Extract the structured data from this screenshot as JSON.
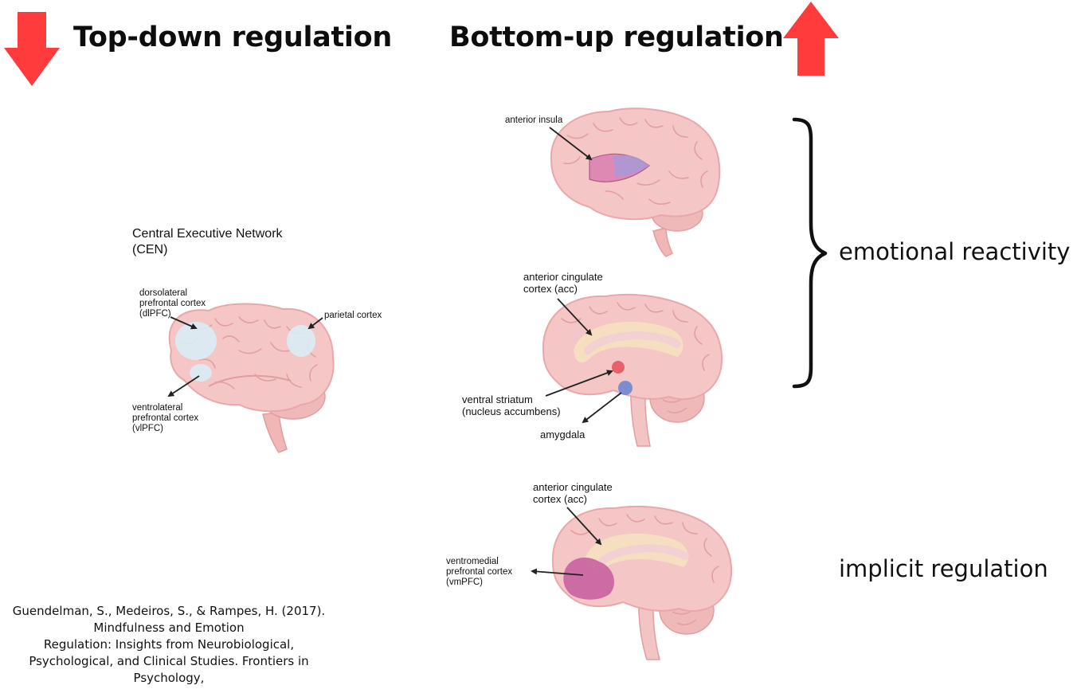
{
  "headings": {
    "top_down": "Top-down regulation",
    "bottom_up": "Bottom-up regulation"
  },
  "left_panel": {
    "network_title_line1": "Central Executive Network",
    "network_title_line2": "(CEN)",
    "dlpfc": [
      "dorsolateral",
      "prefrontal cortex",
      "(dlPFC)"
    ],
    "parietal": "parietal cortex",
    "vlpfc": [
      "ventrolateral",
      "prefrontal cortex",
      "(vlPFC)"
    ]
  },
  "right_panel": {
    "anterior_insula": "anterior insula",
    "acc_top": [
      "anterior cingulate",
      "cortex (acc)"
    ],
    "ventral_striatum": [
      "ventral striatum",
      "(nucleus accumbens)"
    ],
    "amygdala": "amygdala",
    "acc_bottom": [
      "anterior cingulate",
      "cortex (acc)"
    ],
    "vmpfc": [
      "ventromedial",
      "prefrontal cortex",
      "(vmPFC)"
    ]
  },
  "side_labels": {
    "emotional_reactivity": "emotional reactivity",
    "implicit_regulation": "implicit regulation"
  },
  "citation": [
    "Guendelman, S., Medeiros, S., & Rampes, H. (2017).",
    "Mindfulness and Emotion",
    "Regulation: Insights from Neurobiological,",
    "Psychological, and Clinical Studies. Frontiers in",
    "Psychology,"
  ],
  "colors": {
    "arrow_red": "#ff3b3b",
    "brain_fill": "#f5c6c6",
    "brain_outline": "#e9a7aa",
    "region_blue": "#d9ecf5",
    "insula_pink": "#d97bb0",
    "insula_violet": "#a99ad6",
    "acc_yellow": "#f6e3c0",
    "striatum_red": "#e2505a",
    "amygdala_blue": "#6f86cf",
    "vmpfc_magenta": "#c45a9e"
  }
}
